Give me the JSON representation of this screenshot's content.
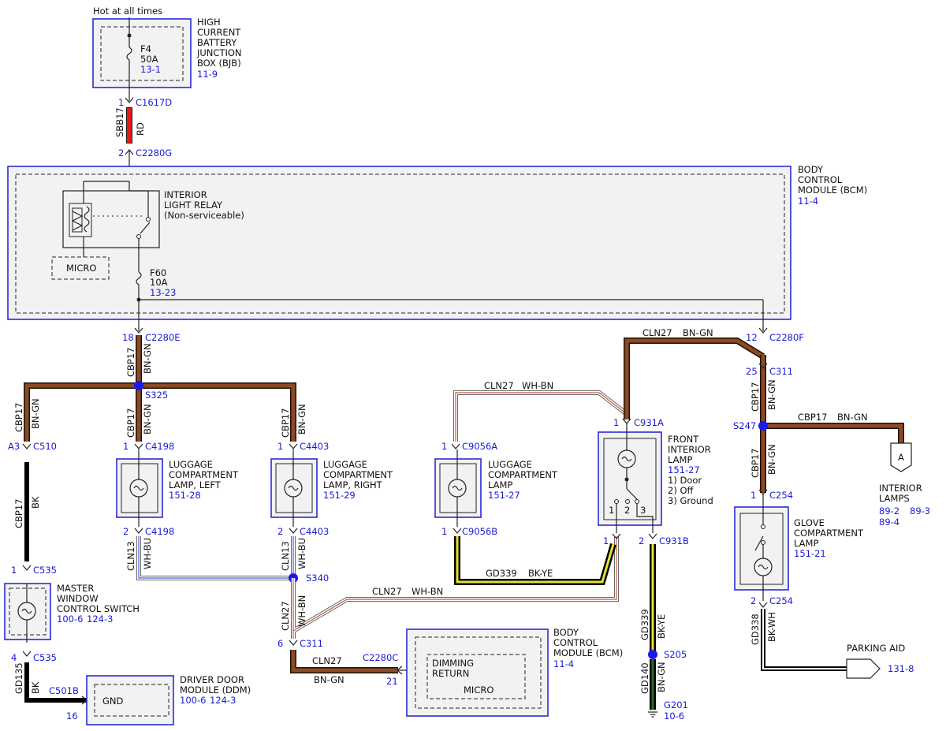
{
  "top": {
    "hot": "Hot at all times"
  },
  "bjb": {
    "label1": "HIGH",
    "label2": "CURRENT",
    "label3": "BATTERY",
    "label4": "JUNCTION",
    "label5": "BOX (BJB)",
    "ref": "11-9",
    "fuse_name": "F4",
    "fuse_amps": "50A",
    "fuse_ref": "13-1"
  },
  "conn": {
    "c1617d_pin": "1",
    "c1617d": "C1617D",
    "c2280g_pin": "2",
    "c2280g": "C2280G",
    "c2280e_pin": "18",
    "c2280e": "C2280E",
    "c2280f_pin": "12",
    "c2280f": "C2280F",
    "c311a_pin": "25",
    "c311a": "C311",
    "c931a_pin": "1",
    "c931a": "C931A",
    "c931b_pin1": "1",
    "c931b_pin2": "2",
    "c931b": "C931B",
    "c9056a_pin": "1",
    "c9056a": "C9056A",
    "c9056b_pin": "1",
    "c9056b": "C9056B",
    "c4198_pin_top": "1",
    "c4198_top": "C4198",
    "c4198_pin_bot": "2",
    "c4198_bot": "C4198",
    "c4403_pin_top": "1",
    "c4403_top": "C4403",
    "c4403_pin_bot": "2",
    "c4403_bot": "C4403",
    "c510_pin": "A3",
    "c510": "C510",
    "c535_pin_top": "1",
    "c535_top": "C535",
    "c535_pin_bot": "4",
    "c535_bot": "C535",
    "c501b": "C501B",
    "c501b_pin": "16",
    "c311b_pin": "6",
    "c311b": "C311",
    "c2280c": "C2280C",
    "c2280c_pin": "21",
    "c254_pin_top": "1",
    "c254_top": "C254",
    "c254_pin_bot": "2",
    "c254_bot": "C254"
  },
  "wires": {
    "sbb17": "SBB17",
    "rd": "RD",
    "cbp17": "CBP17",
    "bngn": "BN-GN",
    "bk": "BK",
    "cln13": "CLN13",
    "whbu": "WH-BU",
    "cln27": "CLN27",
    "whbn": "WH-BN",
    "gd339": "GD339",
    "bkye": "BK-YE",
    "gd135": "GD135",
    "gd140": "GD140",
    "gd338": "GD338",
    "bkwh": "BK-WH"
  },
  "splices": {
    "s325": "S325",
    "s340": "S340",
    "s247": "S247",
    "s205": "S205",
    "g201": "G201",
    "g201_ref": "10-6"
  },
  "bcm": {
    "label1": "BODY",
    "label2": "CONTROL",
    "label3": "MODULE (BCM)",
    "ref": "11-4",
    "relay1": "INTERIOR",
    "relay2": "LIGHT RELAY",
    "relay3": "(Non-serviceable)",
    "micro": "MICRO",
    "fuse_name": "F60",
    "fuse_amps": "10A",
    "fuse_ref": "13-23"
  },
  "lamps": {
    "lug_left": [
      "LUGGAGE",
      "COMPARTMENT",
      "LAMP, LEFT"
    ],
    "lug_left_ref": "151-28",
    "lug_right": [
      "LUGGAGE",
      "COMPARTMENT",
      "LAMP, RIGHT"
    ],
    "lug_right_ref": "151-29",
    "lug": [
      "LUGGAGE",
      "COMPARTMENT",
      "LAMP"
    ],
    "lug_ref": "151-27",
    "front": [
      "FRONT",
      "INTERIOR",
      "LAMP"
    ],
    "front_ref": "151-27",
    "front_modes": [
      "1) Door",
      "2) Off",
      "3) Ground"
    ],
    "front_pins": [
      "1",
      "2",
      "3"
    ],
    "glove": [
      "GLOVE",
      "COMPARTMENT",
      "LAMP"
    ],
    "glove_ref": "151-21"
  },
  "mwcs": {
    "label": [
      "MASTER",
      "WINDOW",
      "CONTROL SWITCH"
    ],
    "ref1": "100-6",
    "ref2": "124-3"
  },
  "ddm": {
    "label": [
      "DRIVER DOOR",
      "MODULE (DDM)"
    ],
    "ref1": "100-6",
    "ref2": "124-3",
    "gnd": "GND"
  },
  "bcm2": {
    "label": [
      "BODY",
      "CONTROL",
      "MODULE (BCM)"
    ],
    "ref": "11-4",
    "dim1": "DIMMING",
    "dim2": "RETURN",
    "micro": "MICRO"
  },
  "interior": {
    "letter": "A",
    "label1": "INTERIOR",
    "label2": "LAMPS",
    "ref1": "89-2",
    "ref2": "89-3",
    "ref3": "89-4"
  },
  "parking": {
    "label": "PARKING AID",
    "ref": "131-8"
  }
}
